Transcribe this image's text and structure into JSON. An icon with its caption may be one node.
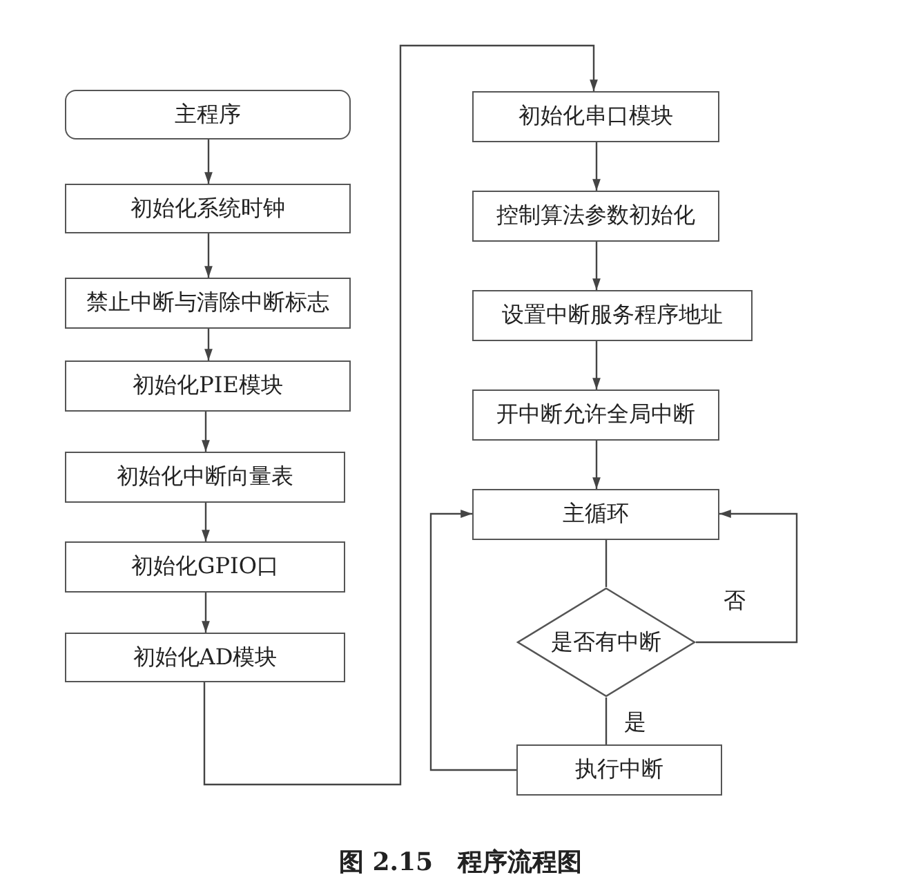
{
  "diagram": {
    "caption": "图 2.15　程序流程图",
    "nodes": [
      {
        "text": [
          "主程序"
        ]
      },
      {
        "text": [
          "初始化系统时钟"
        ]
      },
      {
        "text": [
          "禁止中断与清除中断标志"
        ]
      },
      {
        "text": [
          "初始化PIE模块"
        ]
      },
      {
        "text": [
          "初始化中断向量表"
        ]
      },
      {
        "text": [
          "初始化GPIO口"
        ]
      },
      {
        "text": [
          "初始化AD模块"
        ]
      },
      {
        "text": [
          "初始化串口模块"
        ]
      },
      {
        "text": [
          "控制算法参数初始化"
        ]
      },
      {
        "text": [
          "设置中断服务程序地址"
        ]
      },
      {
        "text": [
          "开中断允许全局中断"
        ]
      },
      {
        "text": [
          "主循环"
        ]
      },
      {
        "text": [
          "是否有中断"
        ]
      },
      {
        "text": [
          "执行中断"
        ]
      }
    ],
    "edges": [
      {
        "from": 0,
        "to": 1,
        "arrow": "to"
      },
      {
        "from": 1,
        "to": 2,
        "arrow": "to"
      },
      {
        "from": 2,
        "to": 3,
        "arrow": "to"
      },
      {
        "from": 3,
        "to": 4,
        "arrow": "to"
      },
      {
        "from": 4,
        "to": 5,
        "arrow": "to"
      },
      {
        "from": 5,
        "to": 6,
        "arrow": "to"
      },
      {
        "from": 6,
        "to": 7,
        "arrow": "to"
      },
      {
        "from": 7,
        "to": 8,
        "arrow": "to"
      },
      {
        "from": 8,
        "to": 9,
        "arrow": "to"
      },
      {
        "from": 9,
        "to": 10,
        "arrow": "to"
      },
      {
        "from": 10,
        "to": 11,
        "arrow": "to"
      },
      {
        "from": 11,
        "to": 12,
        "arrow": "none"
      },
      {
        "from": 12,
        "to": 11,
        "arrow": "to",
        "label": "否"
      },
      {
        "from": 12,
        "to": 13,
        "arrow": "none",
        "label": "是"
      },
      {
        "from": 13,
        "to": 11,
        "arrow": "to"
      }
    ]
  }
}
